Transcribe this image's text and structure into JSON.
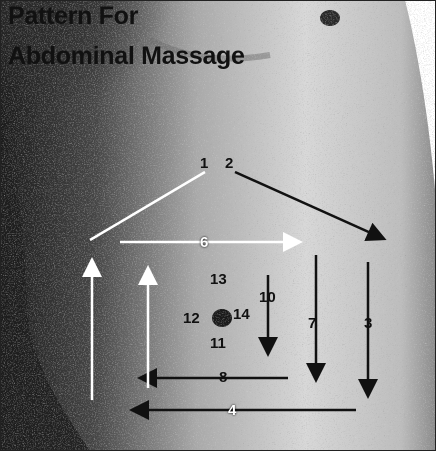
{
  "caption": {
    "line1": "Pattern For",
    "line2": "Abdominal Massage"
  },
  "step_labels": [
    "1",
    "2",
    "3",
    "4",
    "6",
    "7",
    "8",
    "10",
    "11",
    "12",
    "13",
    "14"
  ],
  "colors": {
    "ink": "#111111",
    "paper": "#ffffff",
    "skin_dark": "#3a3a3a",
    "skin_mid": "#9a9a9a",
    "skin_light": "#dcdcdc"
  }
}
